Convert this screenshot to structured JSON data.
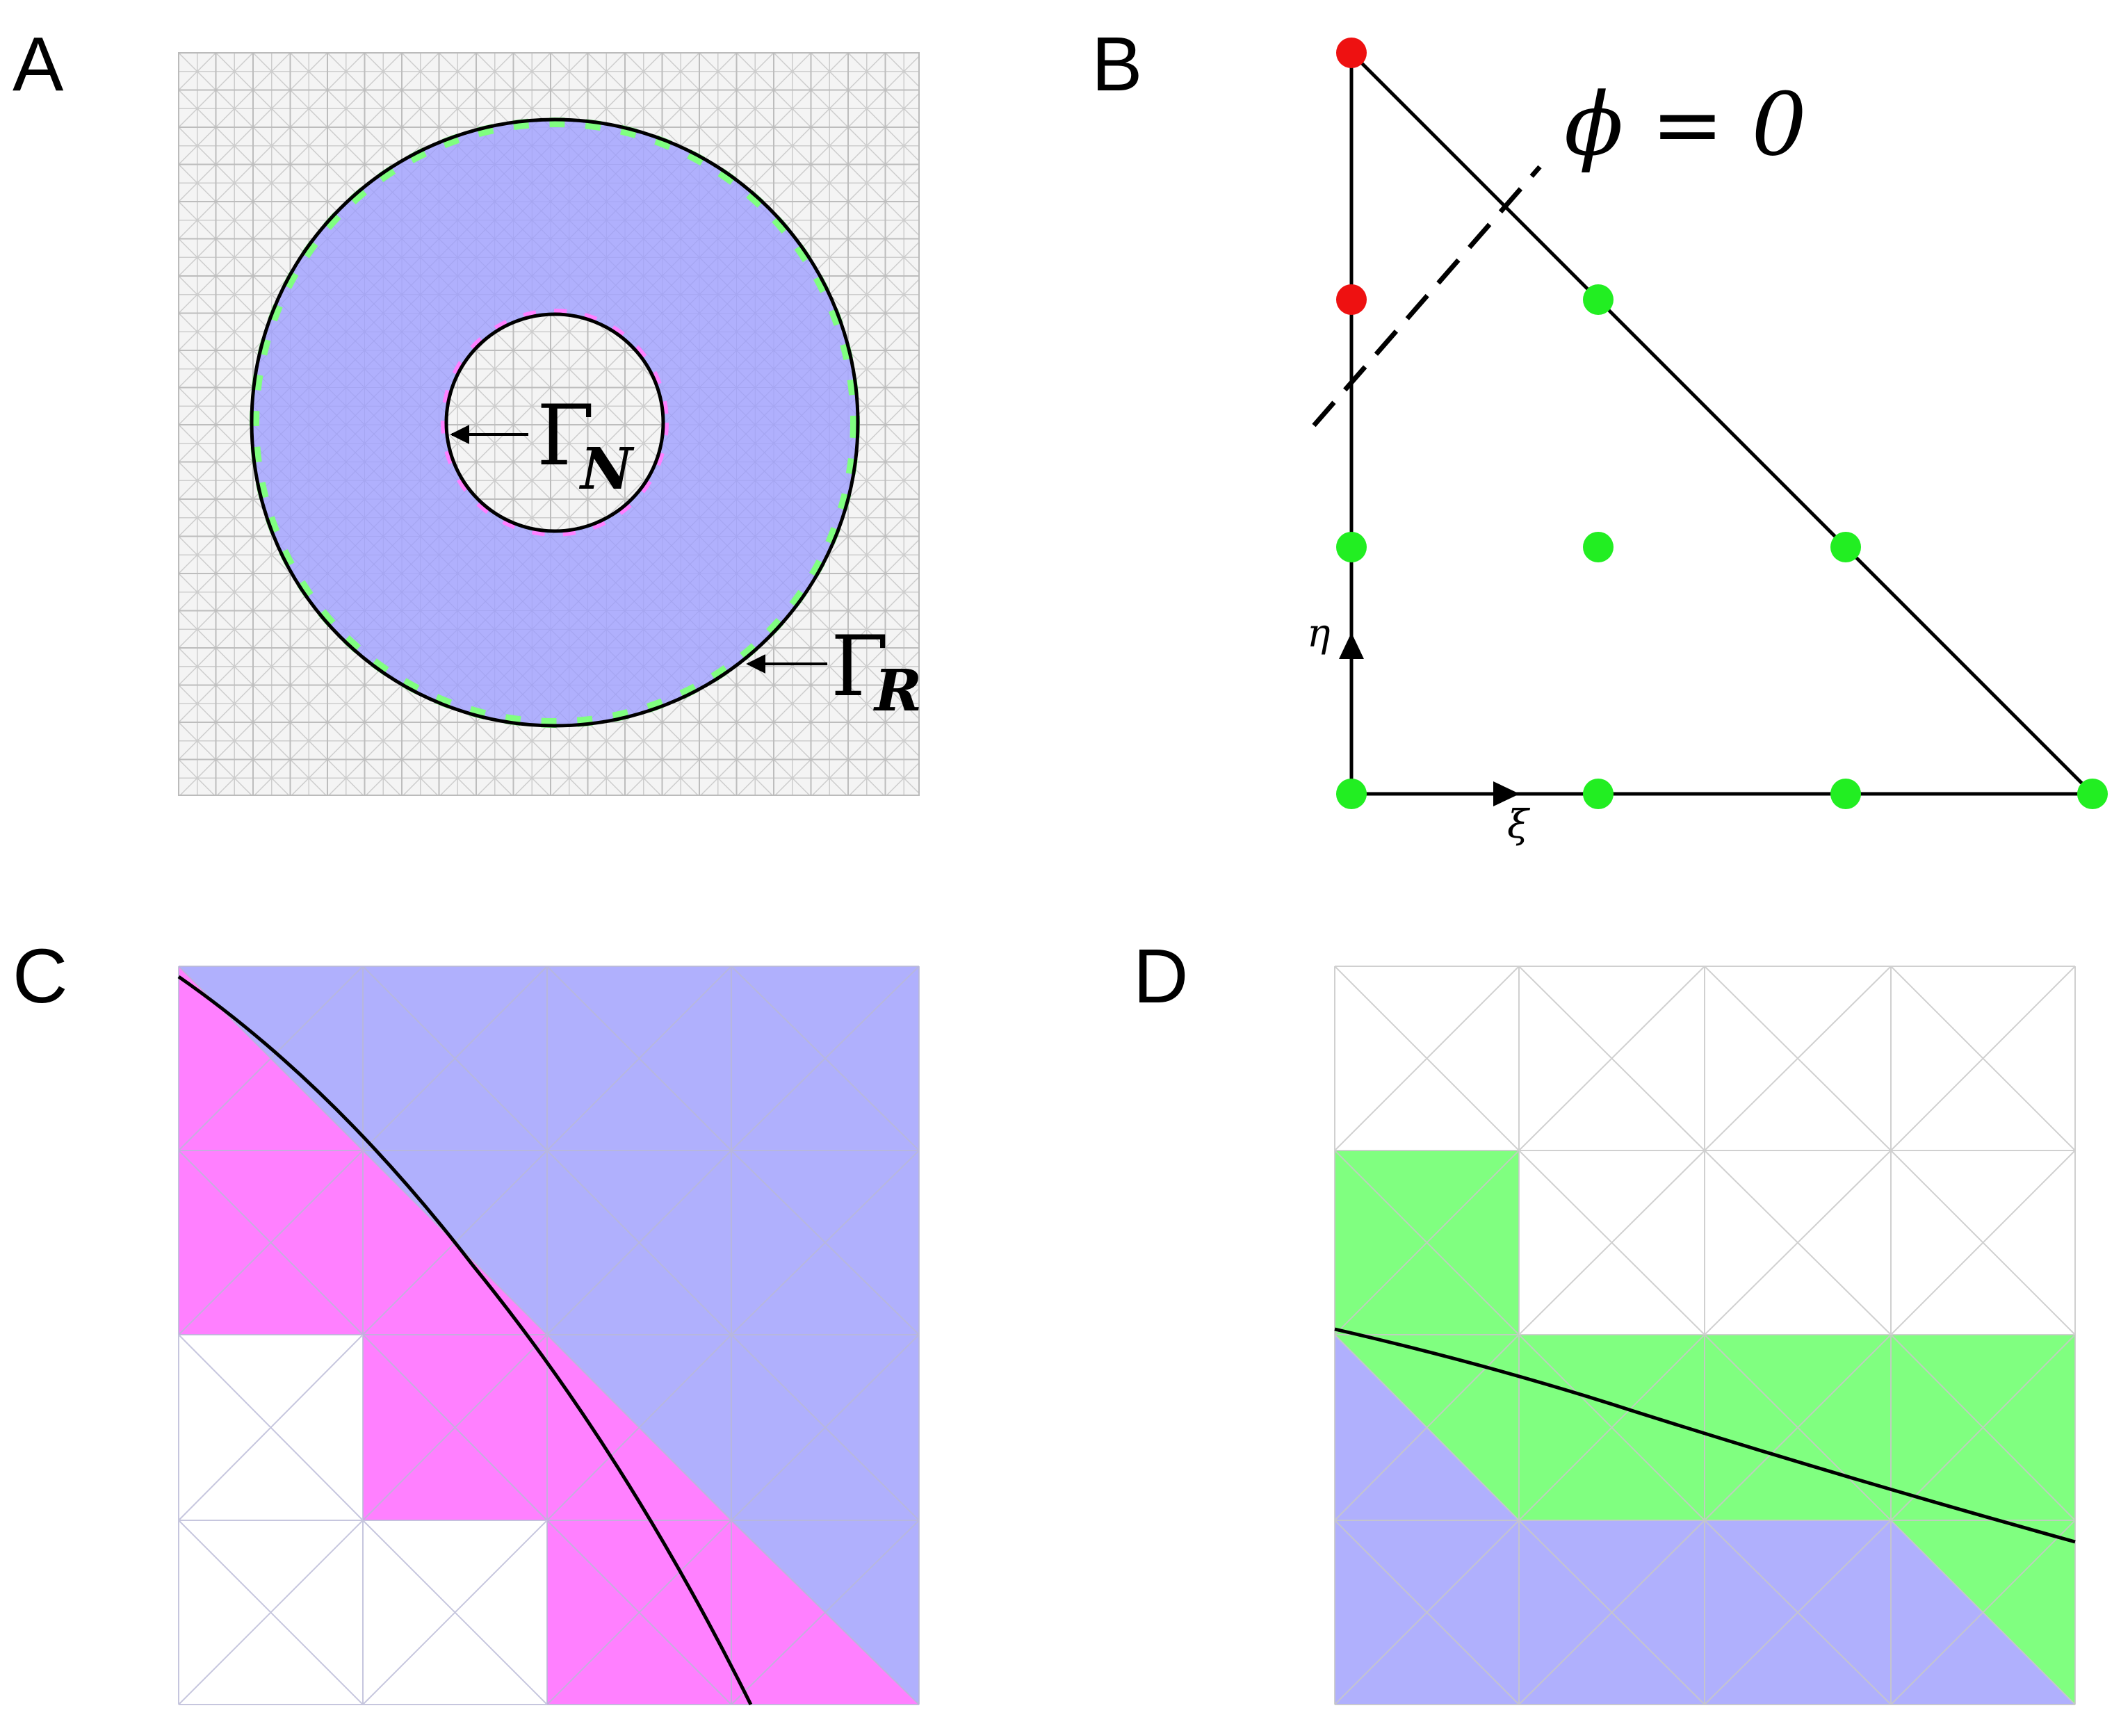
{
  "panels": {
    "A": {
      "label": "A",
      "inner_boundary_symbol": "Γ",
      "inner_boundary_sub": "N",
      "outer_boundary_symbol": "Γ",
      "outer_boundary_sub": "R"
    },
    "B": {
      "label": "B",
      "level_set_label": "ϕ = 0",
      "xi_axis_label": "ξ",
      "eta_axis_label": "η"
    },
    "C": {
      "label": "C"
    },
    "D": {
      "label": "D"
    }
  },
  "colors": {
    "domain_fill": "#b0b0fd",
    "neumann_cut_fill": "#ff80ff",
    "robin_cut_fill": "#80ff80",
    "node_inside": "#22ee22",
    "node_outside": "#ee1111",
    "mesh_line": "#cfcfcf",
    "boundary_line": "#000000"
  }
}
